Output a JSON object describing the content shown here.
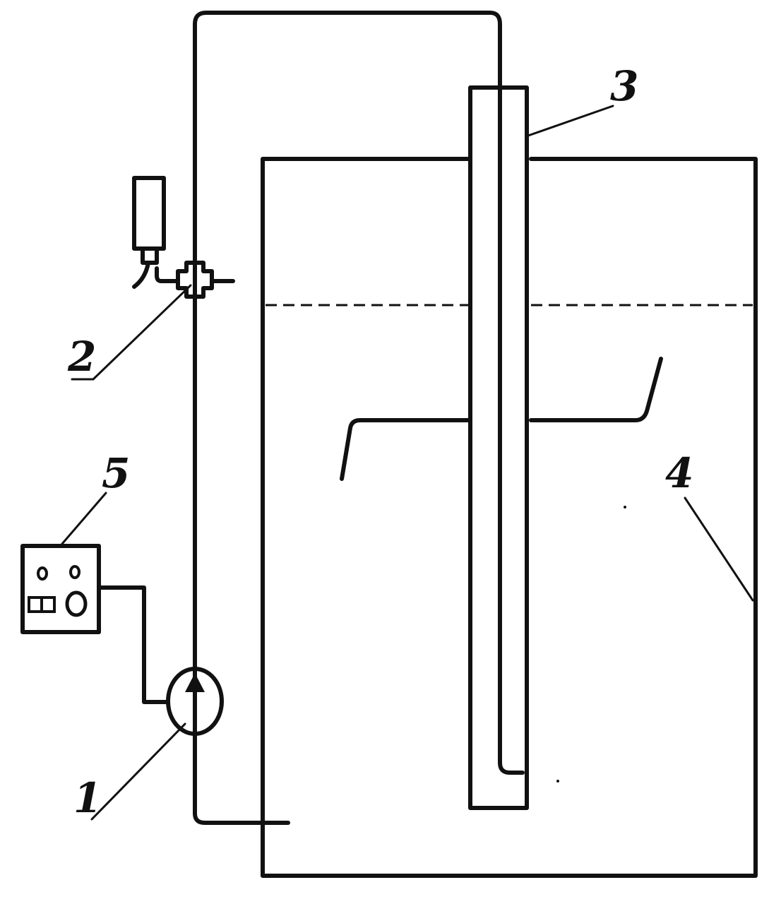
{
  "labels": {
    "pump": "1",
    "valve": "2",
    "tube": "3",
    "tank": "4",
    "controller": "5"
  },
  "colors": {
    "line": "#111111",
    "background": "#ffffff"
  }
}
